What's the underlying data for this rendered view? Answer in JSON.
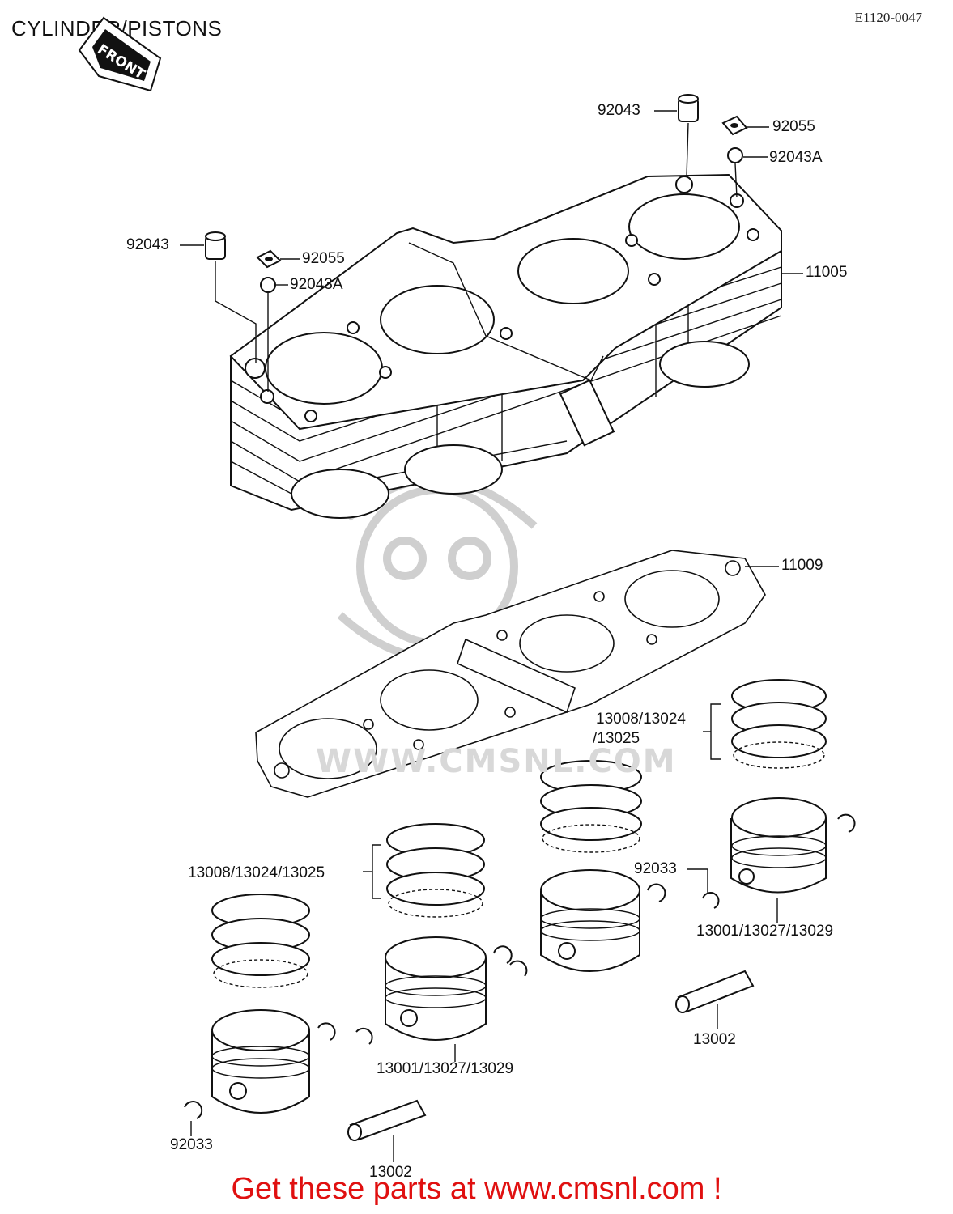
{
  "header": {
    "title": "CYLINDER/PISTONS",
    "ref_code": "E1120-0047"
  },
  "direction_badge": {
    "label": "FRONT"
  },
  "callouts": {
    "dowel_top": "92043",
    "washer_top": "92055",
    "ring_top": "92043A",
    "dowel_left": "92043",
    "washer_left": "92055",
    "ring_left": "92043A",
    "cylinder": "11005",
    "gasket": "11009",
    "rings_right": "13008/13024",
    "rings_right_cont": "/13025",
    "rings_left": "13008/13024/13025",
    "clip_mid": "92033",
    "piston_right": "13001/13027/13029",
    "piston_mid": "13001/13027/13029",
    "pin_right": "13002",
    "clip_bottom": "92033",
    "pin_bottom": "13002"
  },
  "watermark": {
    "text": "WWW.CMSNL.COM"
  },
  "footer": {
    "text": "Get these parts at www.cmsnl.com !"
  }
}
